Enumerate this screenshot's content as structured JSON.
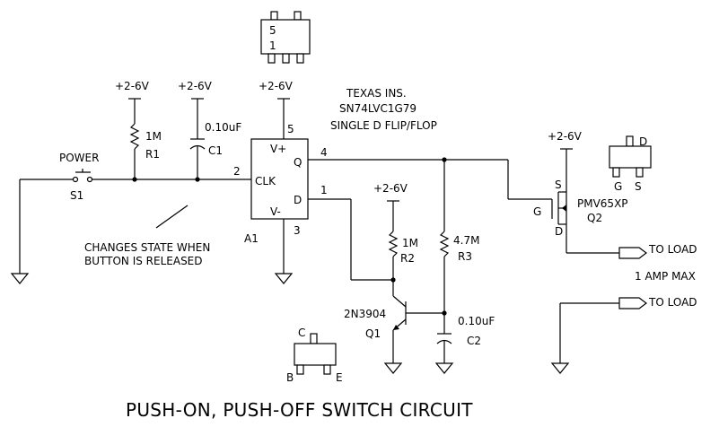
{
  "title": "PUSH-ON, PUSH-OFF SWITCH CIRCUIT",
  "ic": {
    "maker": "TEXAS INS.",
    "part": "SN74LVC1G79",
    "desc": "SINGLE D FLIP/FLOP",
    "ref": "A1",
    "pin_vplus": "V+",
    "pin_vminus": "V-",
    "pin_q": "Q",
    "pin_clk": "CLK",
    "pin_d": "D",
    "pin_num_vplus": "5",
    "pin_num_vminus": "3",
    "pin_num_q": "4",
    "pin_num_clk": "2",
    "pin_num_d": "1"
  },
  "package_ic": {
    "pin_top": "5",
    "pin_bottom": "1"
  },
  "supplies": [
    "+2-6V",
    "+2-6V",
    "+2-6V",
    "+2-6V",
    "+2-6V"
  ],
  "switch": {
    "label": "POWER",
    "ref": "S1"
  },
  "r1": {
    "value": "1M",
    "ref": "R1"
  },
  "c1": {
    "value": "0.10uF",
    "ref": "C1"
  },
  "r2": {
    "value": "1M",
    "ref": "R2"
  },
  "r3": {
    "value": "4.7M",
    "ref": "R3"
  },
  "c2": {
    "value": "0.10uF",
    "ref": "C2"
  },
  "q1": {
    "part": "2N3904",
    "ref": "Q1",
    "pkg_c": "C",
    "pkg_b": "B",
    "pkg_e": "E"
  },
  "q2": {
    "part": "PMV65XP",
    "ref": "Q2",
    "pin_s": "S",
    "pin_g": "G",
    "pin_d": "D",
    "pkg_d": "D",
    "pkg_g": "G",
    "pkg_s": "S"
  },
  "note": {
    "line1": "CHANGES STATE WHEN",
    "line2": "BUTTON IS RELEASED"
  },
  "outputs": {
    "load1": "TO LOAD",
    "load2": "TO LOAD",
    "max": "1 AMP MAX"
  }
}
